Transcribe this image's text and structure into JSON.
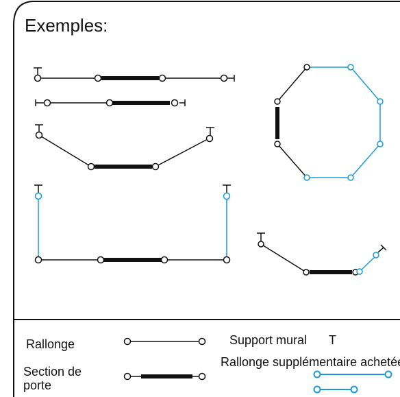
{
  "title": "Exemples:",
  "legend": {
    "extension": "Rallonge",
    "door_section": "Section de porte",
    "wall_support": "Support mural",
    "wall_support_symbol": "T",
    "purchased_extension": "Rallonge supplémentaire achetée"
  },
  "colors": {
    "line": "#111111",
    "purchased": "#1a9bd7"
  }
}
